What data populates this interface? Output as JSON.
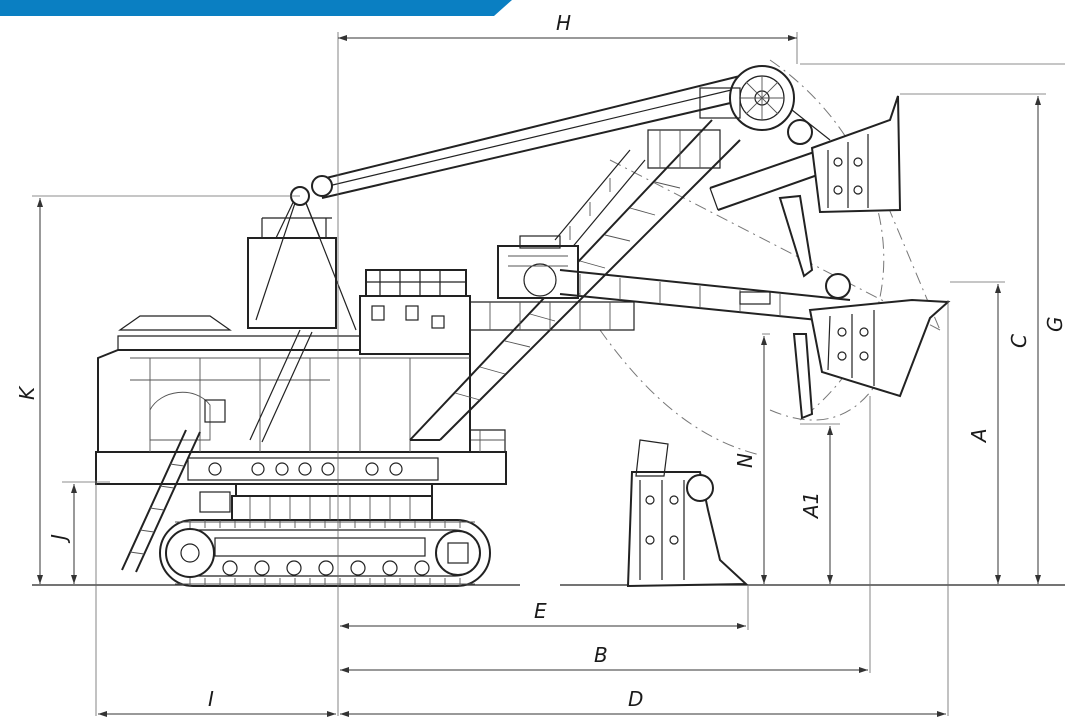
{
  "banner": {
    "color": "#0a7fc2"
  },
  "dimensions": {
    "H": "H",
    "K": "K",
    "J": "J",
    "I": "I",
    "E": "E",
    "B": "B",
    "D": "D",
    "N": "N",
    "A1": "A1",
    "A": "A",
    "C": "C",
    "G": "G"
  }
}
